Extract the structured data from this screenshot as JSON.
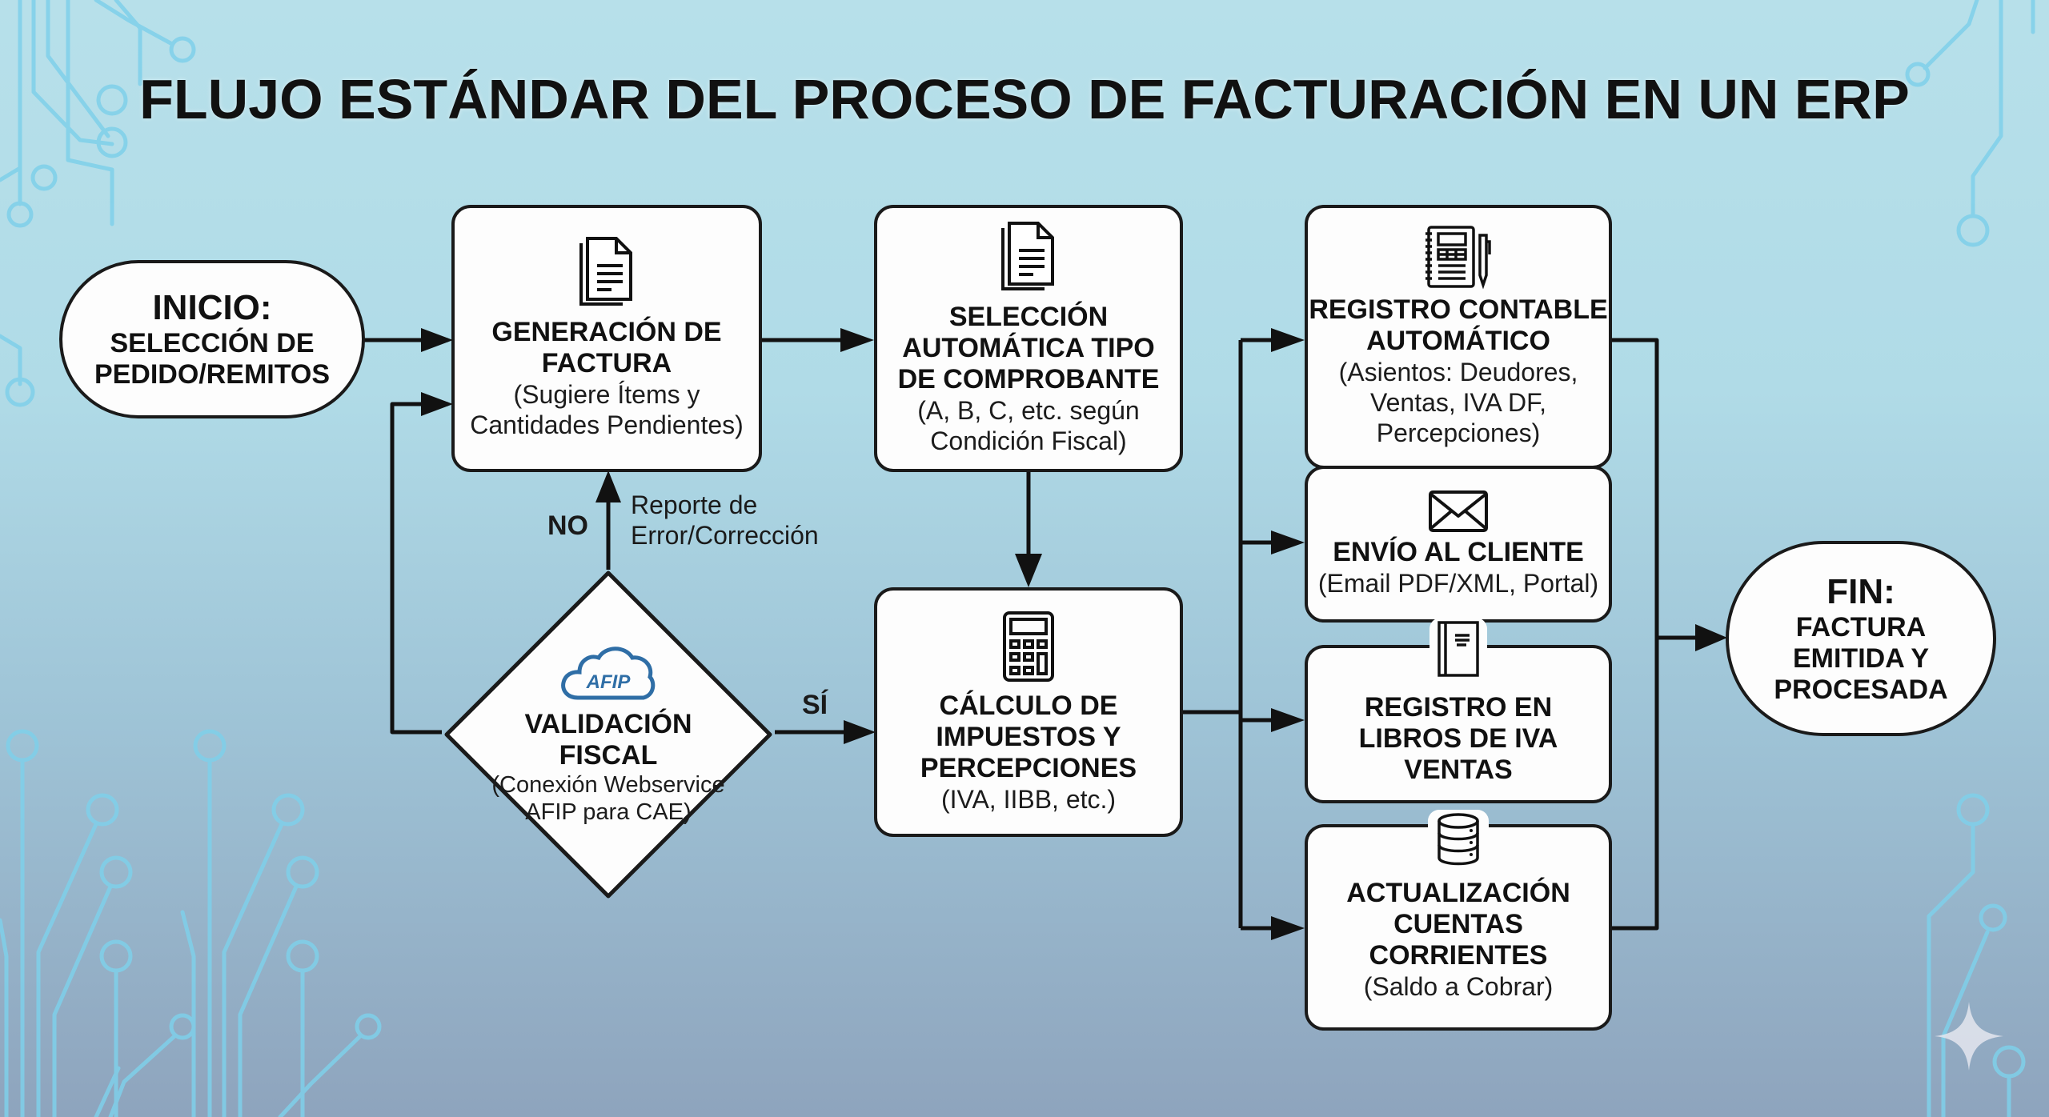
{
  "title": "FLUJO ESTÁNDAR DEL PROCESO DE FACTURACIÓN EN UN ERP",
  "colors": {
    "background_top": "#b7e0ea",
    "background_bottom": "#8ea4bd",
    "circuit_lines": "#7fd0ea",
    "node_fill": "#fdfdfd",
    "node_border": "#1a1a1a",
    "afip_blue": "#2f6ea6"
  },
  "nodes": {
    "inicio": {
      "heading": "INICIO:",
      "sub1": "SELECCIÓN DE",
      "sub2": "PEDIDO/REMITOS",
      "icon": null
    },
    "generacion": {
      "heading1": "GENERACIÓN DE",
      "heading2": "FACTURA",
      "detail1": "(Sugiere Ítems y",
      "detail2": "Cantidades Pendientes)",
      "icon": "document-icon"
    },
    "seleccion": {
      "heading1": "SELECCIÓN",
      "heading2": "AUTOMÁTICA TIPO",
      "heading3": "DE COMPROBANTE",
      "detail1": "(A, B, C, etc. según",
      "detail2": "Condición Fiscal)",
      "icon": "document-icon"
    },
    "validacion": {
      "heading1": "VALIDACIÓN",
      "heading2": "FISCAL",
      "detail1": "(Conexión Webservice",
      "detail2": "AFIP para CAE)",
      "icon": "afip-cloud-icon",
      "icon_text": "AFIP"
    },
    "calculo": {
      "heading1": "CÁLCULO DE",
      "heading2": "IMPUESTOS Y",
      "heading3": "PERCEPCIONES",
      "detail1": "(IVA, IIBB, etc.)",
      "icon": "calculator-icon"
    },
    "registro_contable": {
      "heading1": "REGISTRO CONTABLE",
      "heading2": "AUTOMÁTICO",
      "detail1": "(Asientos: Deudores,",
      "detail2": "Ventas, IVA DF,",
      "detail3": "Percepciones)",
      "icon": "ledger-pen-icon"
    },
    "envio": {
      "heading1": "ENVÍO AL CLIENTE",
      "detail1": "(Email PDF/XML, Portal)",
      "icon": "envelope-icon"
    },
    "libros_iva": {
      "heading1": "REGISTRO EN",
      "heading2": "LIBROS DE IVA",
      "heading3": "VENTAS",
      "icon": "book-icon"
    },
    "cuentas": {
      "heading1": "ACTUALIZACIÓN",
      "heading2": "CUENTAS",
      "heading3": "CORRIENTES",
      "detail1": "(Saldo a Cobrar)",
      "icon": "database-icon"
    },
    "fin": {
      "heading": "FIN:",
      "sub1": "FACTURA",
      "sub2": "EMITIDA Y",
      "sub3": "PROCESADA",
      "icon": null
    }
  },
  "edge_labels": {
    "no": "NO",
    "si": "SÍ",
    "error_line1": "Reporte de",
    "error_line2": "Error/Corrección"
  },
  "edges": [
    {
      "from": "inicio",
      "to": "generacion"
    },
    {
      "from": "generacion",
      "to": "seleccion"
    },
    {
      "from": "seleccion",
      "to": "calculo"
    },
    {
      "from": "validacion",
      "to": "generacion",
      "label": "NO"
    },
    {
      "from": "validacion",
      "to": "generacion",
      "via": "left-loop"
    },
    {
      "from": "validacion",
      "to": "calculo",
      "label": "SÍ"
    },
    {
      "from": "calculo",
      "to": "registro_contable"
    },
    {
      "from": "calculo",
      "to": "envio"
    },
    {
      "from": "calculo",
      "to": "libros_iva"
    },
    {
      "from": "calculo",
      "to": "cuentas"
    },
    {
      "from": "registro_contable",
      "to": "fin"
    },
    {
      "from": "cuentas",
      "to": "fin"
    }
  ]
}
